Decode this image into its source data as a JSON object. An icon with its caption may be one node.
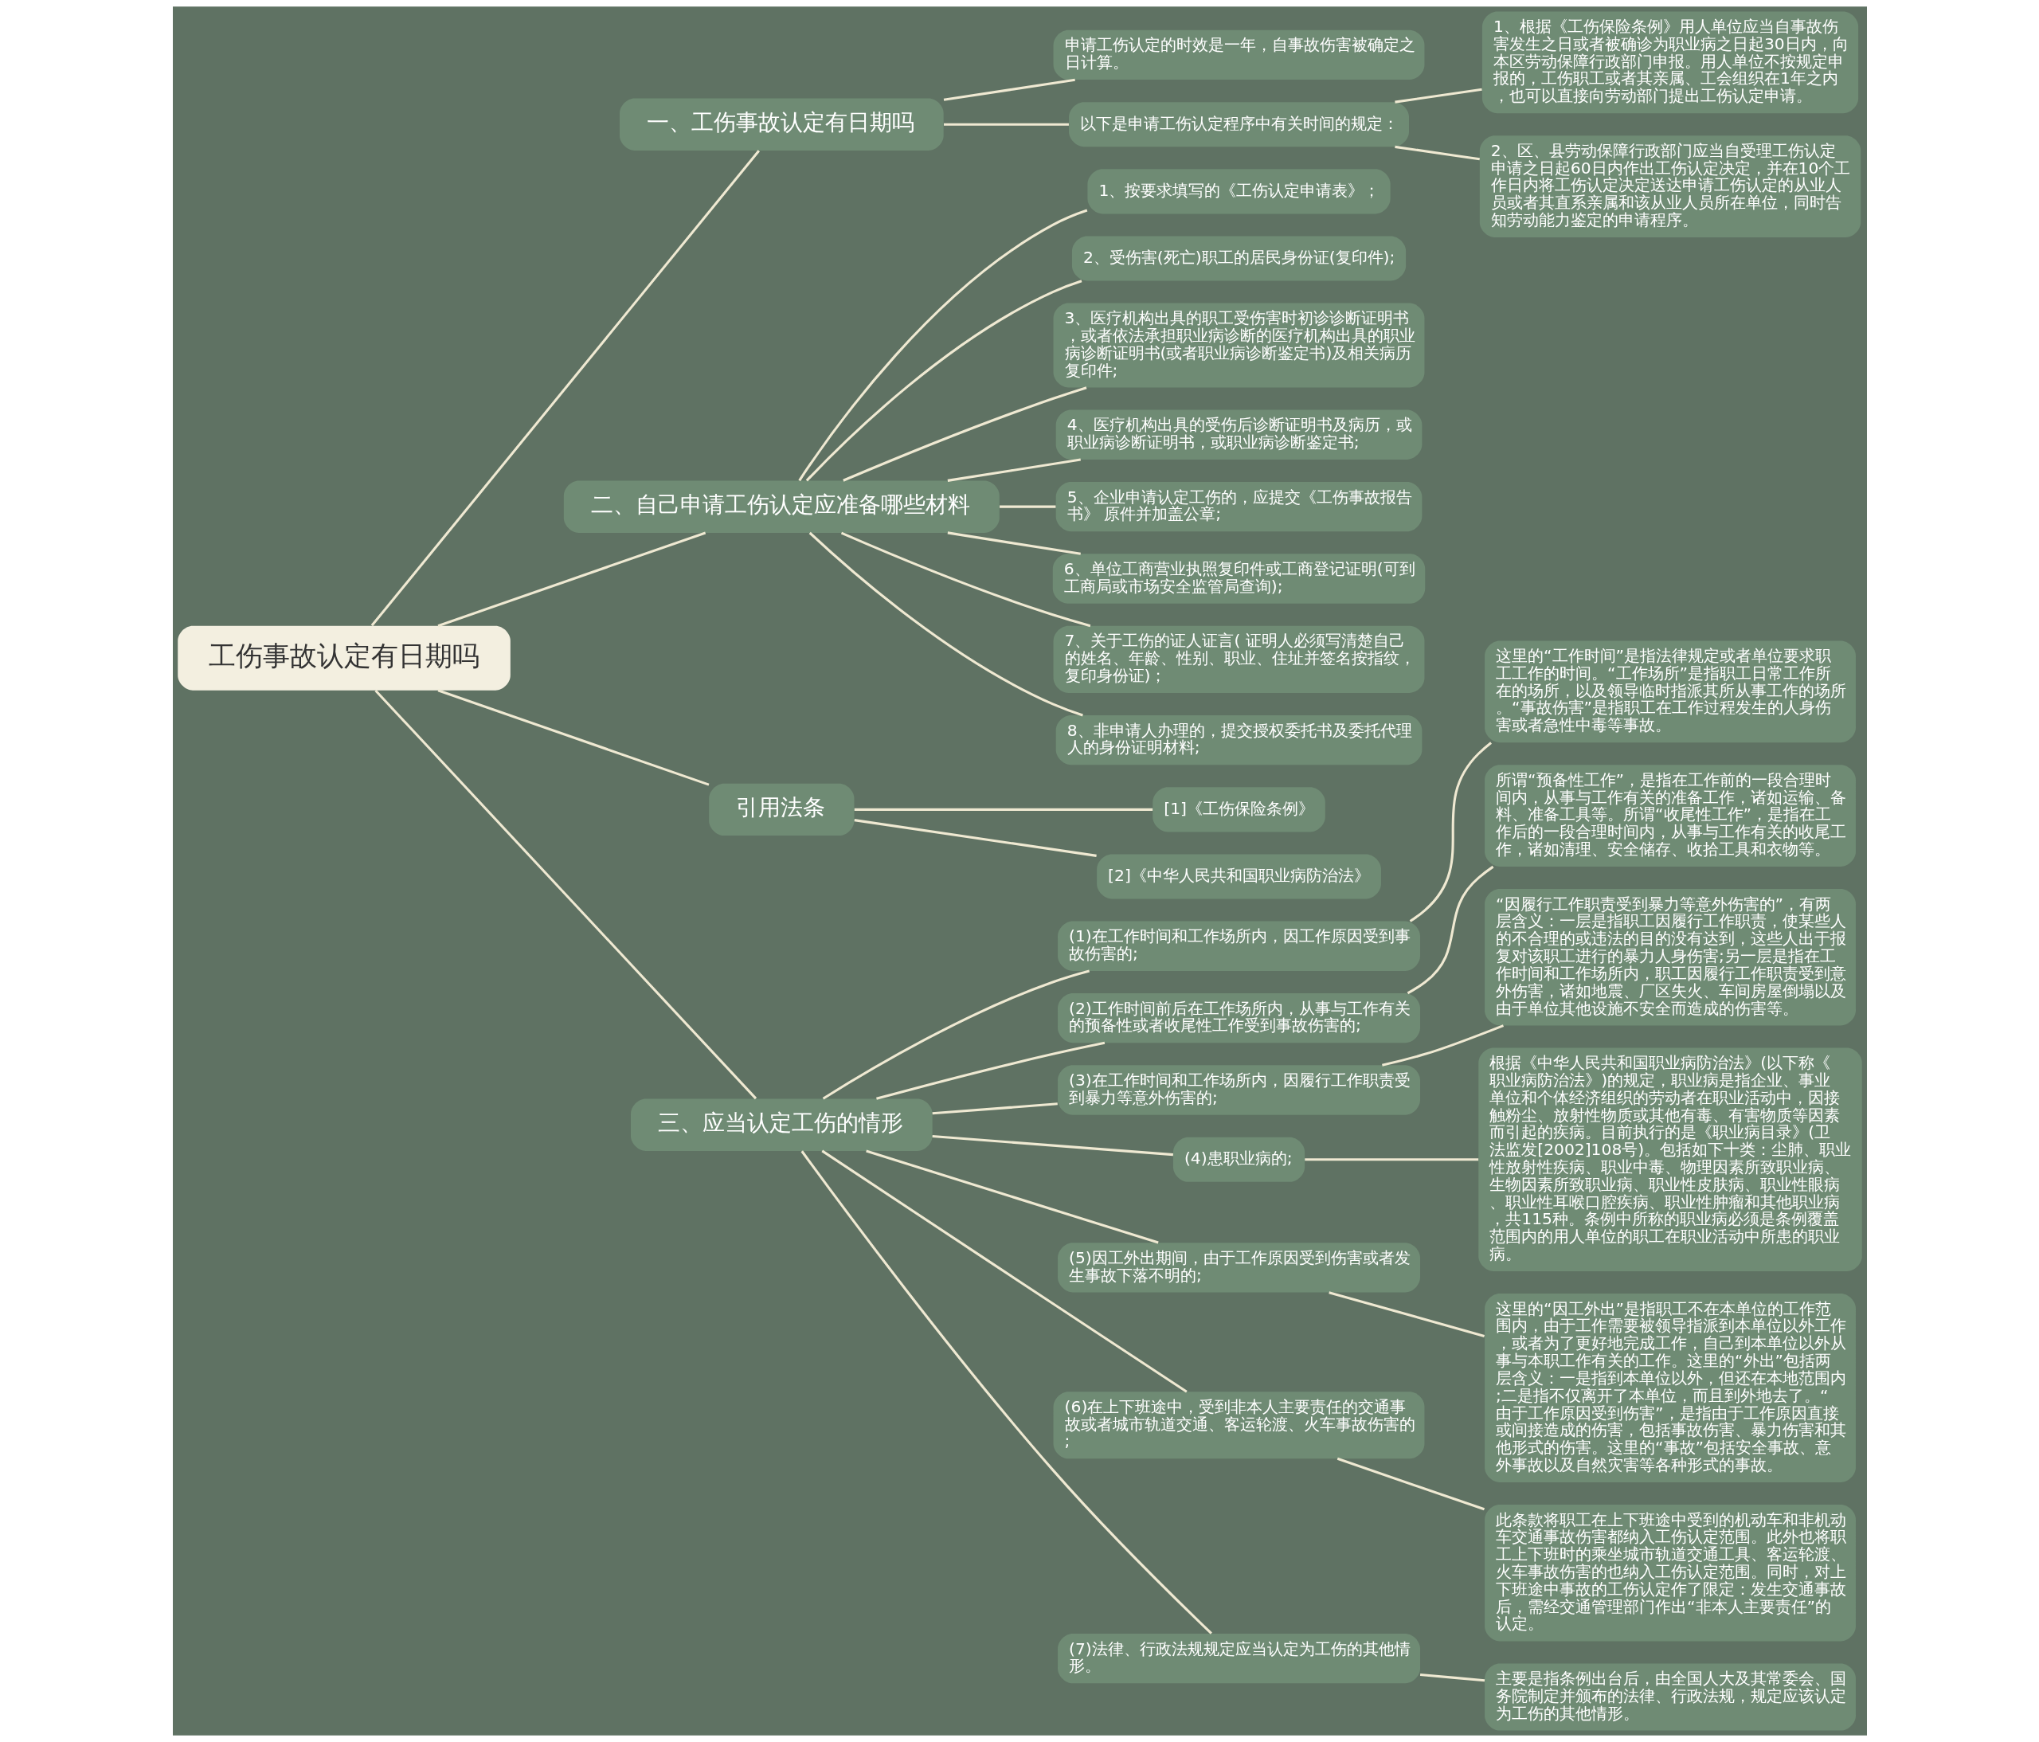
{
  "diagram": {
    "nodes": [
      {
        "text": [
          "工伤事故认定有日期吗"
        ]
      },
      {
        "text": [
          "一、工伤事故认定有日期吗"
        ]
      },
      {
        "text": [
          "申请工伤认定的时效是一年，自事故伤害被确定之日计算。"
        ]
      },
      {
        "text": [
          "以下是申请工伤认定程序中有关时间的规定："
        ]
      },
      {
        "text": [
          "1、根据《工伤保险条例》用人单位应当自事故伤害发生之日或者被确诊为职业病之日起30日内，向本区劳动保障行政部门申报。用人单位不按规定申报的，工伤职工或者其亲属、工会组织在1年之内，也可以直接向劳动部门提出工伤认定申请。"
        ]
      },
      {
        "text": [
          "2、区、县劳动保障行政部门应当自受理工伤认定申请之日起60日内作出工伤认定决定，并在10个工作日内将工伤认定决定送达申请工伤认定的从业人员或者其直系亲属和该从业人员所在单位，同时告知劳动能力鉴定的申请程序。"
        ]
      },
      {
        "text": [
          "二、自己申请工伤认定应准备哪些材料"
        ]
      },
      {
        "text": [
          "1、按要求填写的《工伤认定申请表》；"
        ]
      },
      {
        "text": [
          "2、受伤害(死亡)职工的居民身份证(复印件);"
        ]
      },
      {
        "text": [
          "3、医疗机构出具的职工受伤害时初诊诊断证明书，或者依法承担职业病诊断的医疗机构出具的职业病诊断证明书(或者职业病诊断鉴定书)及相关病历复印件;"
        ]
      },
      {
        "text": [
          "4、医疗机构出具的受伤后诊断证明书及病历，或职业病诊断证明书，或职业病诊断鉴定书;"
        ]
      },
      {
        "text": [
          "5、企业申请认定工伤的，应提交《工伤事故报告书》 原件并加盖公章;"
        ]
      },
      {
        "text": [
          "6、单位工商营业执照复印件或工商登记证明(可到工商局或市场安全监管局查询);"
        ]
      },
      {
        "text": [
          "7、关于工伤的证人证言( 证明人必须写清楚自己的姓名、年龄、性别、职业、住址并签名按指纹，复印身份证)；"
        ]
      },
      {
        "text": [
          "8、非申请人办理的，提交授权委托书及委托代理人的身份证明材料;"
        ]
      },
      {
        "text": [
          "引用法条"
        ]
      },
      {
        "text": [
          "[1]《工伤保险条例》"
        ]
      },
      {
        "text": [
          "[2]《中华人民共和国职业病防治法》"
        ]
      },
      {
        "text": [
          "三、应当认定工伤的情形"
        ]
      },
      {
        "text": [
          "(1)在工作时间和工作场所内，因工作原因受到事故伤害的;"
        ]
      },
      {
        "text": [
          "这里的“工作时间”是指法律规定或者单位要求职工工作的时间。“工作场所”是指职工日常工作所在的场所，以及领导临时指派其所从事工作的场所。“事故伤害”是指职工在工作过程发生的人身伤害或者急性中毒等事故。"
        ]
      },
      {
        "text": [
          "(2)工作时间前后在工作场所内，从事与工作有关的预备性或者收尾性工作受到事故伤害的;"
        ]
      },
      {
        "text": [
          "所谓“预备性工作”，是指在工作前的一段合理时间内，从事与工作有关的准备工作，诸如运输、备料、准备工具等。所谓“收尾性工作”，是指在工作后的一段合理时间内，从事与工作有关的收尾工作，诸如清理、安全储存、收拾工具和衣物等。"
        ]
      },
      {
        "text": [
          "(3)在工作时间和工作场所内，因履行工作职责受到暴力等意外伤害的;"
        ]
      },
      {
        "text": [
          "“因履行工作职责受到暴力等意外伤害的”，有两层含义：一层是指职工因履行工作职责，使某些人的不合理的或违法的目的没有达到，这些人出于报复对该职工进行的暴力人身伤害;另一层是指在工作时间和工作场所内，职工因履行工作职责受到意外伤害，诸如地震、厂区失火、车间房屋倒塌以及由于单位其他设施不安全而造成的伤害等。"
        ]
      },
      {
        "text": [
          "(4)患职业病的;"
        ]
      },
      {
        "text": [
          "根据《中华人民共和国职业病防治法》(以下称《职业病防治法》)的规定，职业病是指企业、事业单位和个体经济组织的劳动者在职业活动中，因接触粉尘、放射性物质或其他有毒、有害物质等因素而引起的疾病。目前执行的是《职业病目录》(卫法监发[2002]108号)。包括如下十类：尘肺、职业性放射性疾病、职业中毒、物理因素所致职业病、生物因素所致职业病、职业性皮肤病、职业性眼病、职业性耳喉口腔疾病、职业性肿瘤和其他职业病，共115种。条例中所称的职业病必须是条例覆盖范围内的用人单位的职工在职业活动中所患的职业病。"
        ]
      },
      {
        "text": [
          "(5)因工外出期间，由于工作原因受到伤害或者发生事故下落不明的;"
        ]
      },
      {
        "text": [
          "这里的“因工外出”是指职工不在本单位的工作范围内，由于工作需要被领导指派到本单位以外工作，或者为了更好地完成工作，自己到本单位以外从事与本职工作有关的工作。这里的“外出”包括两层含义：一是指到本单位以外，但还在本地范围内;二是指不仅离开了本单位，而且到外地去了。“由于工作原因受到伤害”，是指由于工作原因直接或间接造成的伤害，包括事故伤害、暴力伤害和其他形式的伤害。这里的“事故”包括安全事故、意外事故以及自然灾害等各种形式的事故。"
        ]
      },
      {
        "text": [
          "(6)在上下班途中，受到非本人主要责任的交通事故或者城市轨道交通、客运轮渡、火车事故伤害的;"
        ]
      },
      {
        "text": [
          "此条款将职工在上下班途中受到的机动车和非机动车交通事故伤害都纳入工伤认定范围。此外也将职工上下班时的乘坐城市轨道交通工具、客运轮渡、火车事故伤害的也纳入工伤认定范围。同时，对上下班途中事故的工伤认定作了限定：发生交通事故后，需经交通管理部门作出“非本人主要责任”的认定。"
        ]
      },
      {
        "text": [
          "(7)法律、行政法规规定应当认定为工伤的其他情形。"
        ]
      },
      {
        "text": [
          "主要是指条例出台后，由全国人大及其常委会、国务院制定并颁布的法律、行政法规，规定应该认定为工伤的其他情形。"
        ]
      }
    ],
    "edges": [
      {
        "from": 0,
        "to": 1,
        "arrow": "none"
      },
      {
        "from": 1,
        "to": 2,
        "arrow": "none"
      },
      {
        "from": 1,
        "to": 3,
        "arrow": "none"
      },
      {
        "from": 3,
        "to": 4,
        "arrow": "none"
      },
      {
        "from": 3,
        "to": 5,
        "arrow": "none"
      },
      {
        "from": 0,
        "to": 6,
        "arrow": "none"
      },
      {
        "from": 6,
        "to": 7,
        "arrow": "none"
      },
      {
        "from": 6,
        "to": 8,
        "arrow": "none"
      },
      {
        "from": 6,
        "to": 9,
        "arrow": "none"
      },
      {
        "from": 6,
        "to": 10,
        "arrow": "none"
      },
      {
        "from": 6,
        "to": 11,
        "arrow": "none"
      },
      {
        "from": 6,
        "to": 12,
        "arrow": "none"
      },
      {
        "from": 6,
        "to": 13,
        "arrow": "none"
      },
      {
        "from": 6,
        "to": 14,
        "arrow": "none"
      },
      {
        "from": 0,
        "to": 15,
        "arrow": "none"
      },
      {
        "from": 15,
        "to": 16,
        "arrow": "none"
      },
      {
        "from": 15,
        "to": 17,
        "arrow": "none"
      },
      {
        "from": 0,
        "to": 18,
        "arrow": "none"
      },
      {
        "from": 18,
        "to": 19,
        "arrow": "none"
      },
      {
        "from": 19,
        "to": 20,
        "arrow": "none"
      },
      {
        "from": 18,
        "to": 21,
        "arrow": "none"
      },
      {
        "from": 21,
        "to": 22,
        "arrow": "none"
      },
      {
        "from": 18,
        "to": 23,
        "arrow": "none"
      },
      {
        "from": 23,
        "to": 24,
        "arrow": "none"
      },
      {
        "from": 18,
        "to": 25,
        "arrow": "none"
      },
      {
        "from": 25,
        "to": 26,
        "arrow": "none"
      },
      {
        "from": 18,
        "to": 27,
        "arrow": "none"
      },
      {
        "from": 27,
        "to": 28,
        "arrow": "none"
      },
      {
        "from": 18,
        "to": 29,
        "arrow": "none"
      },
      {
        "from": 29,
        "to": 30,
        "arrow": "none"
      },
      {
        "from": 18,
        "to": 31,
        "arrow": "none"
      },
      {
        "from": 31,
        "to": 32,
        "arrow": "none"
      }
    ]
  }
}
